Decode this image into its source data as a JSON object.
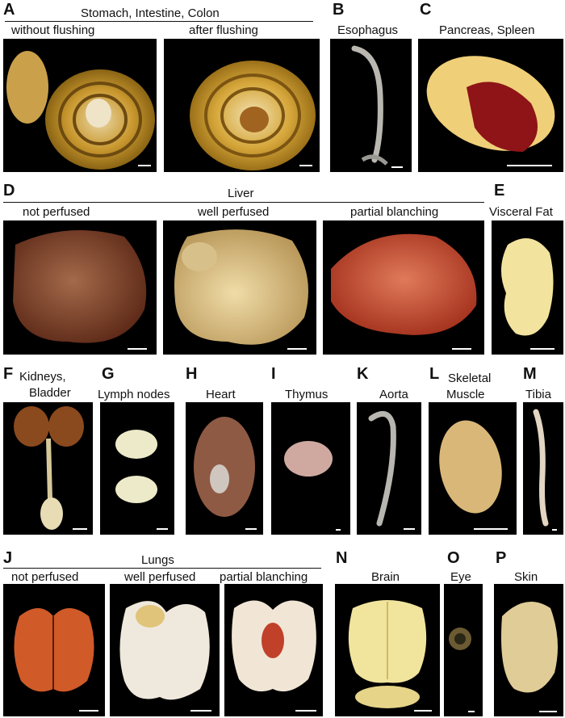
{
  "panels": {
    "A": {
      "letter": "A",
      "title": "Stomach, Intestine, Colon",
      "sub1": "without flushing",
      "sub2": "after flushing"
    },
    "B": {
      "letter": "B",
      "title": "Esophagus"
    },
    "C": {
      "letter": "C",
      "title": "Pancreas, Spleen"
    },
    "D": {
      "letter": "D",
      "title": "Liver",
      "sub1": "not perfused",
      "sub2": "well perfused",
      "sub3": "partial blanching"
    },
    "E": {
      "letter": "E",
      "title": "Visceral Fat"
    },
    "F": {
      "letter": "F",
      "title1": "Kidneys,",
      "title2": "Bladder"
    },
    "G": {
      "letter": "G",
      "title": "Lymph nodes"
    },
    "H": {
      "letter": "H",
      "title": "Heart"
    },
    "I": {
      "letter": "I",
      "title": "Thymus"
    },
    "K": {
      "letter": "K",
      "title": "Aorta"
    },
    "L": {
      "letter": "L",
      "title1": "Skeletal",
      "title2": "Muscle"
    },
    "M": {
      "letter": "M",
      "title": "Tibia"
    },
    "J": {
      "letter": "J",
      "title": "Lungs",
      "sub1": "not perfused",
      "sub2": "well perfused",
      "sub3": "partial blanching"
    },
    "N": {
      "letter": "N",
      "title": "Brain"
    },
    "O": {
      "letter": "O",
      "title": "Eye"
    },
    "P": {
      "letter": "P",
      "title": "Skin"
    }
  }
}
